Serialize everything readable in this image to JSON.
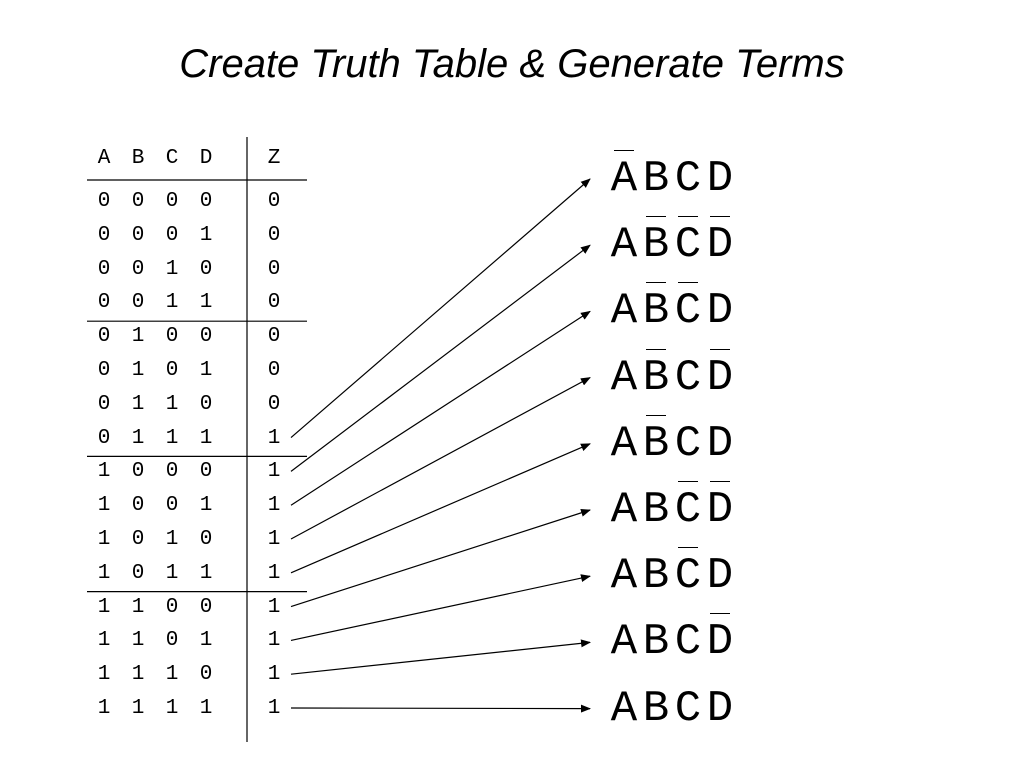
{
  "title": "Create Truth Table & Generate Terms",
  "table": {
    "headers": [
      "A",
      "B",
      "C",
      "D"
    ],
    "output_header": "Z",
    "rows": [
      {
        "in": [
          "0",
          "0",
          "0",
          "0"
        ],
        "out": "0"
      },
      {
        "in": [
          "0",
          "0",
          "0",
          "1"
        ],
        "out": "0"
      },
      {
        "in": [
          "0",
          "0",
          "1",
          "0"
        ],
        "out": "0"
      },
      {
        "in": [
          "0",
          "0",
          "1",
          "1"
        ],
        "out": "0"
      },
      {
        "in": [
          "0",
          "1",
          "0",
          "0"
        ],
        "out": "0"
      },
      {
        "in": [
          "0",
          "1",
          "0",
          "1"
        ],
        "out": "0"
      },
      {
        "in": [
          "0",
          "1",
          "1",
          "0"
        ],
        "out": "0"
      },
      {
        "in": [
          "0",
          "1",
          "1",
          "1"
        ],
        "out": "1"
      },
      {
        "in": [
          "1",
          "0",
          "0",
          "0"
        ],
        "out": "1"
      },
      {
        "in": [
          "1",
          "0",
          "0",
          "1"
        ],
        "out": "1"
      },
      {
        "in": [
          "1",
          "0",
          "1",
          "0"
        ],
        "out": "1"
      },
      {
        "in": [
          "1",
          "0",
          "1",
          "1"
        ],
        "out": "1"
      },
      {
        "in": [
          "1",
          "1",
          "0",
          "0"
        ],
        "out": "1"
      },
      {
        "in": [
          "1",
          "1",
          "0",
          "1"
        ],
        "out": "1"
      },
      {
        "in": [
          "1",
          "1",
          "1",
          "0"
        ],
        "out": "1"
      },
      {
        "in": [
          "1",
          "1",
          "1",
          "1"
        ],
        "out": "1"
      }
    ]
  },
  "terms": [
    {
      "letters": [
        "A",
        "B",
        "C",
        "D"
      ],
      "negated": [
        true,
        false,
        false,
        false
      ],
      "source_row": 7
    },
    {
      "letters": [
        "A",
        "B",
        "C",
        "D"
      ],
      "negated": [
        false,
        true,
        true,
        true
      ],
      "source_row": 8
    },
    {
      "letters": [
        "A",
        "B",
        "C",
        "D"
      ],
      "negated": [
        false,
        true,
        true,
        false
      ],
      "source_row": 9
    },
    {
      "letters": [
        "A",
        "B",
        "C",
        "D"
      ],
      "negated": [
        false,
        true,
        false,
        true
      ],
      "source_row": 10
    },
    {
      "letters": [
        "A",
        "B",
        "C",
        "D"
      ],
      "negated": [
        false,
        true,
        false,
        false
      ],
      "source_row": 11
    },
    {
      "letters": [
        "A",
        "B",
        "C",
        "D"
      ],
      "negated": [
        false,
        false,
        true,
        true
      ],
      "source_row": 12
    },
    {
      "letters": [
        "A",
        "B",
        "C",
        "D"
      ],
      "negated": [
        false,
        false,
        true,
        false
      ],
      "source_row": 13
    },
    {
      "letters": [
        "A",
        "B",
        "C",
        "D"
      ],
      "negated": [
        false,
        false,
        false,
        true
      ],
      "source_row": 14
    },
    {
      "letters": [
        "A",
        "B",
        "C",
        "D"
      ],
      "negated": [
        false,
        false,
        false,
        false
      ],
      "source_row": 15
    }
  ]
}
